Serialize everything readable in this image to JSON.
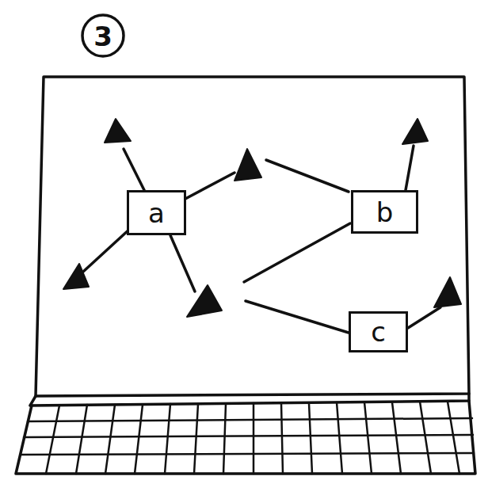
{
  "diagram": {
    "nodes": [
      {
        "text": [
          "a"
        ]
      },
      {
        "text": [
          "b"
        ]
      },
      {
        "text": [
          "c"
        ]
      }
    ],
    "labels": [
      "3"
    ]
  }
}
